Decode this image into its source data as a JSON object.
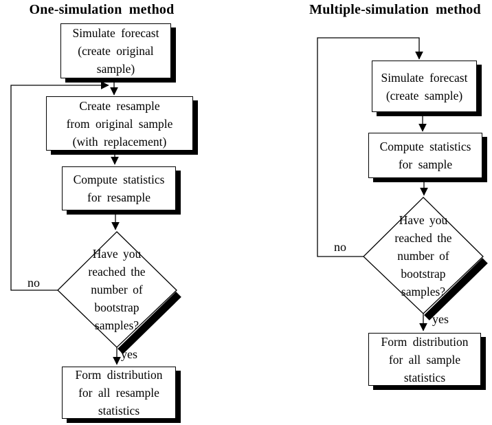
{
  "colors": {
    "ink": "#000000",
    "paper": "#ffffff"
  },
  "left_chart": {
    "title": "One-simulation method",
    "boxes": {
      "simulate": [
        "Simulate forecast",
        "(create original",
        "sample)"
      ],
      "resample": [
        "Create resample",
        "from original sample",
        "(with replacement)"
      ],
      "compute": [
        "Compute statistics",
        "for resample"
      ],
      "distribution": [
        "Form distribution",
        "for all resample",
        "statistics"
      ]
    },
    "decision": [
      "Have you",
      "reached the",
      "number of",
      "bootstrap",
      "samples?"
    ],
    "labels": {
      "no": "no",
      "yes": "yes"
    }
  },
  "right_chart": {
    "title": "Multiple-simulation method",
    "boxes": {
      "simulate": [
        "Simulate forecast",
        "(create sample)"
      ],
      "compute": [
        "Compute statistics",
        "for sample"
      ],
      "distribution": [
        "Form distribution",
        "for all sample",
        "statistics"
      ]
    },
    "decision": [
      "Have you",
      "reached the",
      "number of",
      "bootstrap",
      "samples?"
    ],
    "labels": {
      "no": "no",
      "yes": "yes"
    }
  }
}
